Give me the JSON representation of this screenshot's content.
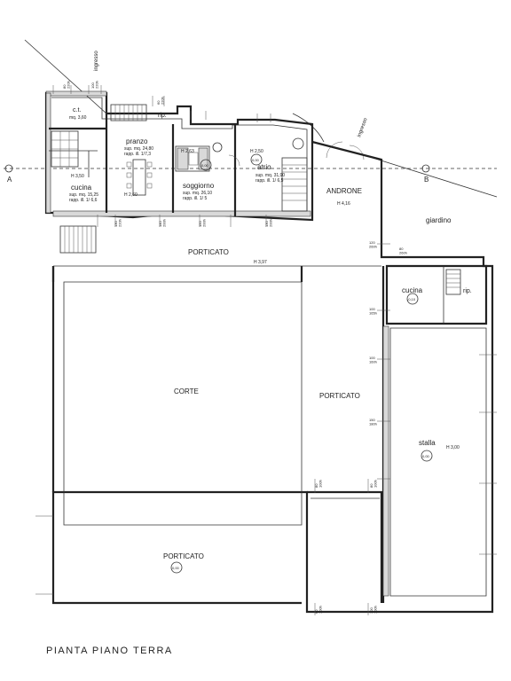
{
  "title": "PIANTA PIANO TERRA",
  "section_marks": {
    "left": "A",
    "right": "B"
  },
  "rooms": {
    "ct": {
      "name": "c.t.",
      "area": "mq. 3,60"
    },
    "rip_top": {
      "name": "rip."
    },
    "pranzo": {
      "name": "pranzo",
      "area": "sup. mq. 24,80",
      "ratio": "rapp. ill. 1/7,3"
    },
    "soggiorno": {
      "name": "soggiorno",
      "height": "H 2,63",
      "area": "sup. mq. 26,10",
      "ratio": "rapp. ill. 1/ 5"
    },
    "atrio": {
      "name": "atrio",
      "height": "H 2,50",
      "area": "sup. mq. 31,90",
      "ratio": "rapp. ill. 1/ 6,5"
    },
    "cucina": {
      "name": "cucina",
      "height": "H 3,50",
      "area": "sup. mq. 15,25",
      "ratio": "rapp. ill. 1/ 6,6"
    },
    "pranzo_height": "H 2,60",
    "androne": {
      "name": "ANDRONE",
      "height": "H 4,16"
    },
    "giardino": {
      "name": "giardino"
    },
    "porticato_top": {
      "name": "PORTICATO",
      "height": "H 3,97"
    },
    "cucina2": {
      "name": "cucina"
    },
    "rip2": {
      "name": "rip."
    },
    "corte": {
      "name": "CORTE"
    },
    "porticato_mid": {
      "name": "PORTICATO"
    },
    "stalla": {
      "name": "stalla",
      "height": "H 3,00"
    },
    "porticato_bottom": {
      "name": "PORTICATO"
    }
  },
  "entrances": {
    "ingresso": "ingresso",
    "ingresso2": "ingresso"
  },
  "level_markers": {
    "soggiorno": "0,00",
    "atrio": "0,00",
    "cucina2": "-0,10",
    "stalla": "0,00",
    "porticato_bottom": "0,00"
  },
  "openings": {
    "top1": "80\n220h",
    "top2": "100\n220h",
    "top3": "60\n220h",
    "right1": "120\n260h",
    "right2": "80\n260h",
    "right3": "100\n165h",
    "right4": "100\n160h",
    "right5": "150\n180h",
    "bottom1": "80\n100h",
    "bottom2": "80\n100h",
    "bottom3": "60\n100h",
    "bottom4": "100\n100h",
    "bottom5": "130\n220h",
    "bottom6": "140\n200h",
    "bottom7": "150\n200h",
    "bottom8": "130\n200h"
  }
}
